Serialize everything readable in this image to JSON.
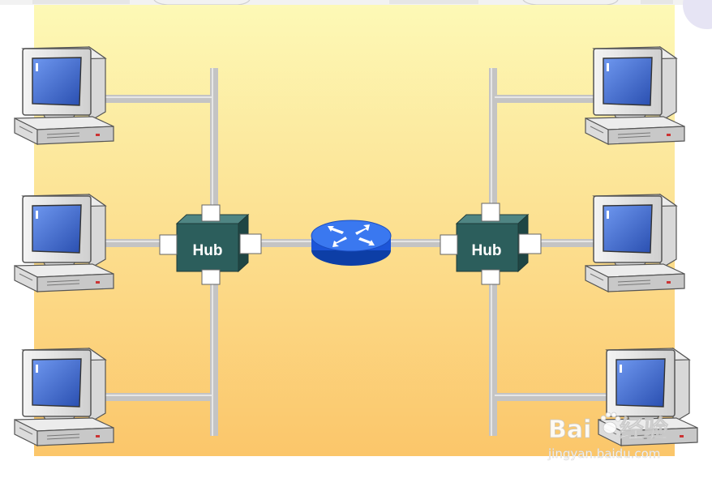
{
  "diagram": {
    "hubs": [
      {
        "id": "left",
        "label": "Hub"
      },
      {
        "id": "right",
        "label": "Hub"
      }
    ],
    "router": {
      "name": "router-icon"
    },
    "computers": [
      {
        "id": "left-top",
        "side": "left"
      },
      {
        "id": "left-middle",
        "side": "left"
      },
      {
        "id": "left-bottom",
        "side": "left"
      },
      {
        "id": "right-top",
        "side": "right"
      },
      {
        "id": "right-middle",
        "side": "right"
      },
      {
        "id": "right-bottom",
        "side": "right"
      }
    ],
    "colors": {
      "background_top": "#fdf9b6",
      "background_bottom": "#fbc66a",
      "cable": "#c4c4c4",
      "hub": "#2c5e5c",
      "router": "#1c55d8",
      "screen": "#3b66cc"
    }
  },
  "watermark": {
    "brand": "Bai",
    "suffix": "经验",
    "url": "jingyan.baidu.com"
  }
}
